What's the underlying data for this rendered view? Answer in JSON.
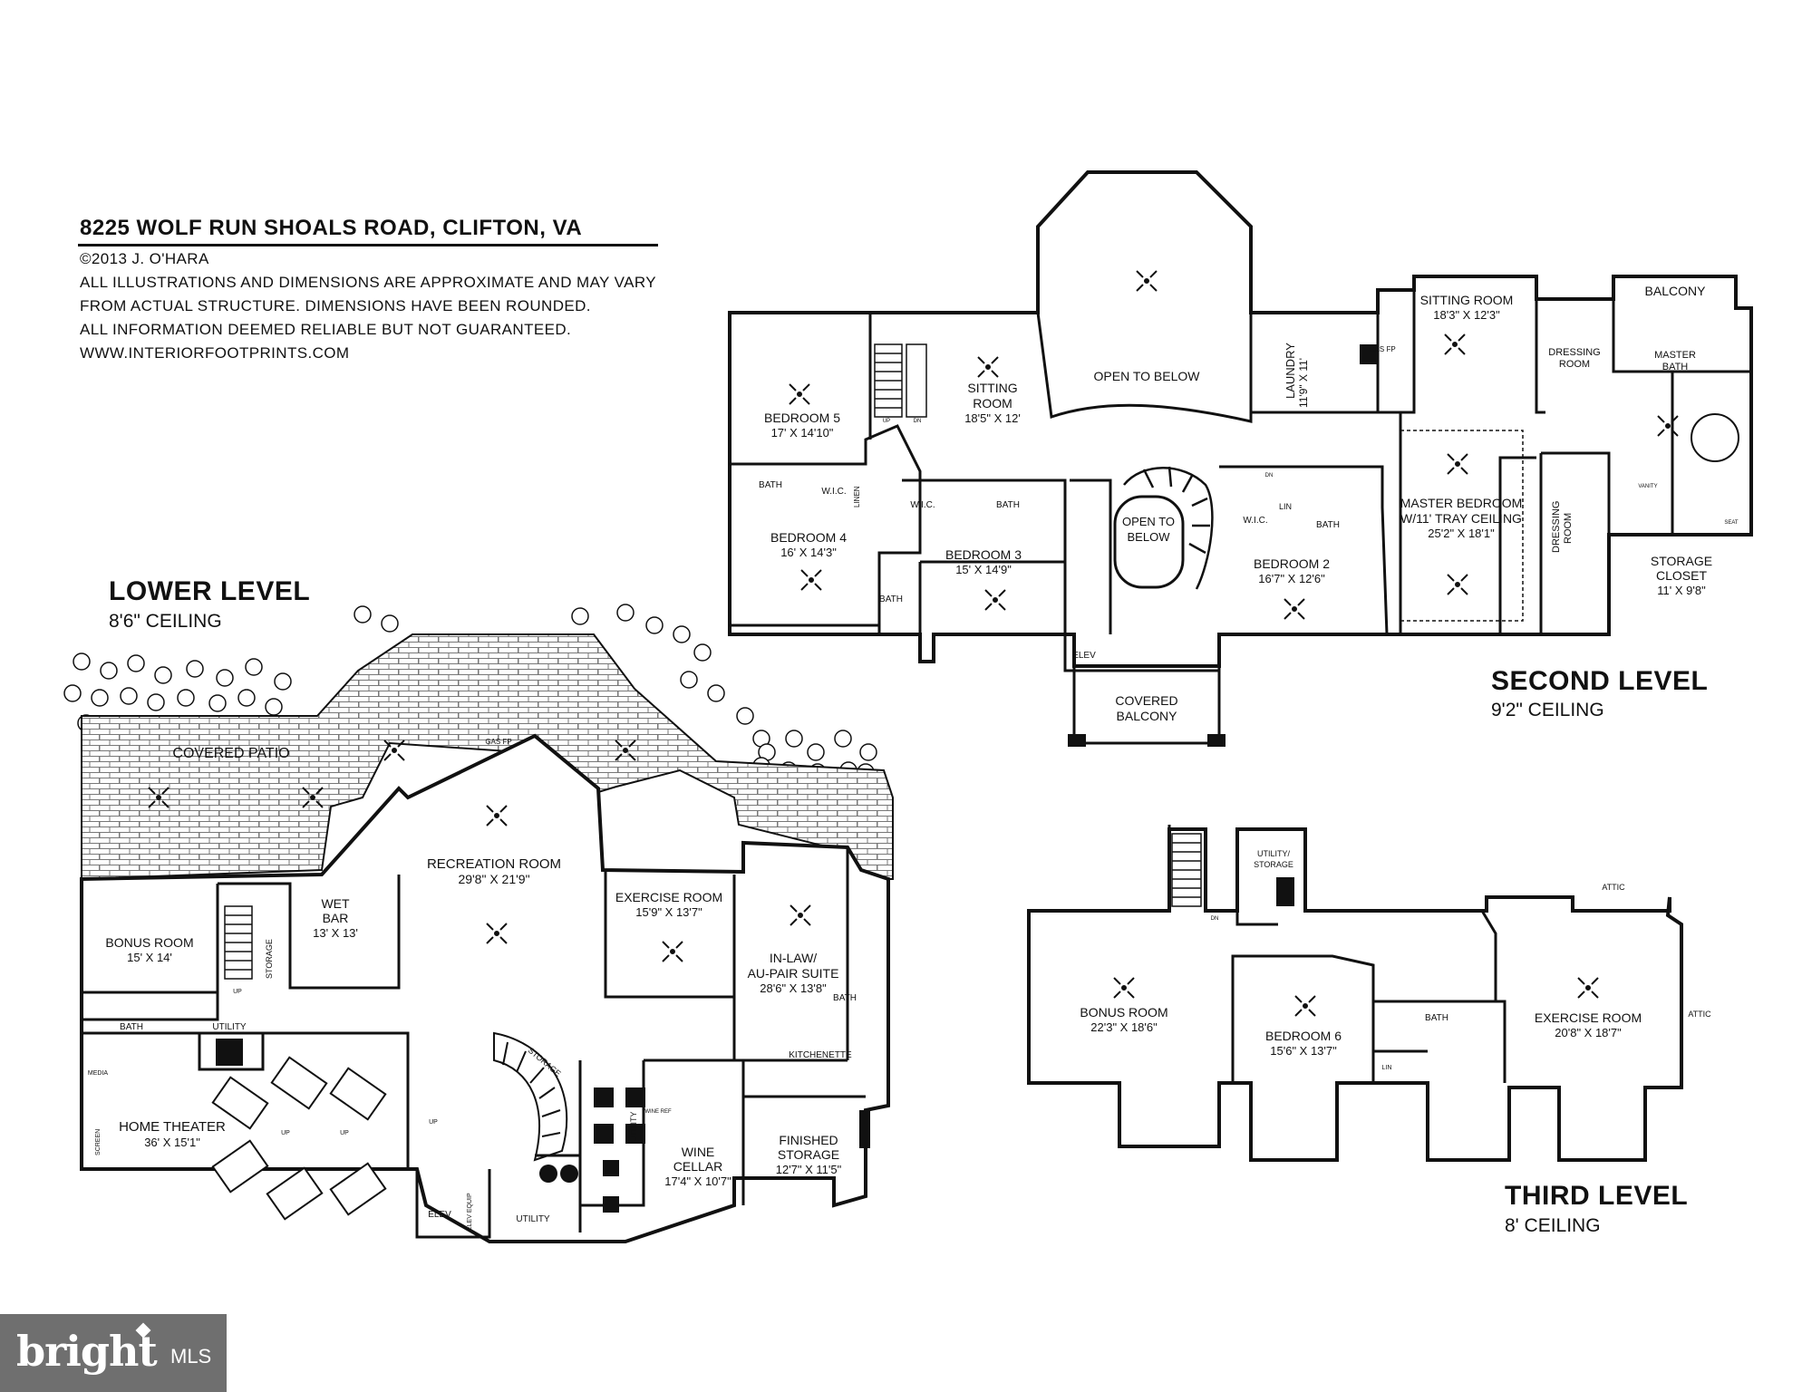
{
  "header": {
    "title": "8225 WOLF RUN SHOALS ROAD, CLIFTON, VA",
    "copyright": "©2013 J. O'HARA",
    "disclaimer_1": "ALL ILLUSTRATIONS AND DIMENSIONS ARE APPROXIMATE AND MAY VARY",
    "disclaimer_2": "FROM ACTUAL STRUCTURE. DIMENSIONS HAVE BEEN ROUNDED.",
    "disclaimer_3": "ALL INFORMATION DEEMED RELIABLE BUT NOT GUARANTEED.",
    "website": "WWW.INTERIORFOOTPRINTS.COM"
  },
  "levels": {
    "lower": {
      "name": "LOWER LEVEL",
      "ceiling": "8'6\" CEILING"
    },
    "second": {
      "name": "SECOND LEVEL",
      "ceiling": "9'2\" CEILING"
    },
    "third": {
      "name": "THIRD LEVEL",
      "ceiling": "8' CEILING"
    }
  },
  "rooms": {
    "lower": {
      "covered_patio": "COVERED PATIO",
      "gas_fp": "GAS FP",
      "recreation": {
        "name": "RECREATION ROOM",
        "dim": "29'8\" X 21'9\""
      },
      "bonus": {
        "name": "BONUS ROOM",
        "dim": "15' X 14'"
      },
      "wet_bar": {
        "name": "WET",
        "name2": "BAR",
        "dim": "13' X 13'"
      },
      "storage_1": "STORAGE",
      "exercise": {
        "name": "EXERCISE ROOM",
        "dim": "15'9\" X 13'7\""
      },
      "inlaw": {
        "name": "IN-LAW/",
        "name2": "AU-PAIR SUITE",
        "dim": "28'6\" X 13'8\""
      },
      "bath_1": "BATH",
      "bath_2": "BATH",
      "utility_1": "UTILITY",
      "media": "MEDIA",
      "home_theater": {
        "name": "HOME THEATER",
        "dim": "36' X 15'1\""
      },
      "screen": "SCREEN",
      "storage_2": "STORAGE",
      "utility_2": "UTILITY",
      "kitchenette": "KITCHENETTE",
      "wine_cellar": {
        "name": "WINE",
        "name2": "CELLAR",
        "dim": "17'4\" X 10'7\""
      },
      "finished_storage": {
        "name": "FINISHED",
        "name2": "STORAGE",
        "dim": "12'7\" X 11'5\""
      },
      "elev": "ELEV",
      "elev_equip": "ELEV EQUIP",
      "utility_3": "UTILITY",
      "wine_ref": "WINE REF",
      "up_1": "UP",
      "up_2": "UP",
      "up_3": "UP",
      "up_4": "UP"
    },
    "second": {
      "bedroom5": {
        "name": "BEDROOM 5",
        "dim": "17' X 14'10\""
      },
      "sitting": {
        "name": "SITTING",
        "name2": "ROOM",
        "dim": "18'5\" X 12'"
      },
      "open_below_1": "OPEN TO BELOW",
      "laundry": {
        "name": "LAUNDRY",
        "dim": "11'9\" X 11'"
      },
      "gas_fp": "GAS FP",
      "sitting_master": {
        "name": "SITTING ROOM",
        "dim": "18'3\" X 12'3\""
      },
      "dressing_1": {
        "name": "DRESSING",
        "name2": "ROOM"
      },
      "balcony": "BALCONY",
      "master_bath": {
        "name": "MASTER",
        "name2": "BATH"
      },
      "bath_5": "BATH",
      "wic_5": "W.I.C.",
      "linen": "LINEN",
      "bedroom4": {
        "name": "BEDROOM 4",
        "dim": "16' X 14'3\""
      },
      "wic_3": "W.I.C.",
      "bath_3": "BATH",
      "bedroom3": {
        "name": "BEDROOM 3",
        "dim": "15' X 14'9\""
      },
      "bath_4": "BATH",
      "open_below_2": {
        "name": "OPEN TO",
        "name2": "BELOW"
      },
      "wic_2": "W.I.C.",
      "lin": "LIN",
      "bath_2": "BATH",
      "bedroom2": {
        "name": "BEDROOM 2",
        "dim": "16'7\" X 12'6\""
      },
      "master_bedroom": {
        "name": "MASTER BEDROOM",
        "name2": "W/11' TRAY CEILING",
        "dim": "25'2\" X 18'1\""
      },
      "dressing_2": {
        "name": "DRESSING",
        "name2": "ROOM"
      },
      "storage_closet": {
        "name": "STORAGE",
        "name2": "CLOSET",
        "dim": "11' X 9'8\""
      },
      "elev": "ELEV",
      "covered_balcony": {
        "name": "COVERED",
        "name2": "BALCONY"
      },
      "vanity": "VANITY",
      "seat": "SEAT",
      "dn_1": "DN",
      "dn_2": "DN",
      "up": "UP"
    },
    "third": {
      "utility_storage": {
        "name": "UTILITY/",
        "name2": "STORAGE"
      },
      "bonus": {
        "name": "BONUS ROOM",
        "dim": "22'3\" X 18'6\""
      },
      "bedroom6": {
        "name": "BEDROOM 6",
        "dim": "15'6\" X 13'7\""
      },
      "bath": "BATH",
      "lin": "LIN",
      "exercise": {
        "name": "EXERCISE ROOM",
        "dim": "20'8\" X 18'7\""
      },
      "attic_1": "ATTIC",
      "attic_2": "ATTIC",
      "dn": "DN"
    }
  },
  "watermark": {
    "brand": "bright",
    "suffix": "MLS"
  }
}
